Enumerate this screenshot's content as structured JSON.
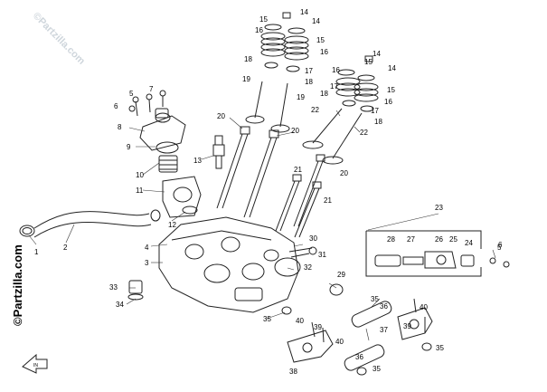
{
  "watermark": {
    "vertical": "©Partzilla.com",
    "diagonal": "©Partzilla.com"
  },
  "callouts": [
    {
      "id": "1"
    },
    {
      "id": "2"
    },
    {
      "id": "3"
    },
    {
      "id": "4"
    },
    {
      "id": "5"
    },
    {
      "id": "6"
    },
    {
      "id": "7"
    },
    {
      "id": "8"
    },
    {
      "id": "9"
    },
    {
      "id": "10"
    },
    {
      "id": "11"
    },
    {
      "id": "12"
    },
    {
      "id": "13"
    },
    {
      "id": "14"
    },
    {
      "id": "15"
    },
    {
      "id": "16"
    },
    {
      "id": "17"
    },
    {
      "id": "18"
    },
    {
      "id": "19"
    },
    {
      "id": "20"
    },
    {
      "id": "21"
    },
    {
      "id": "22"
    },
    {
      "id": "23"
    },
    {
      "id": "24"
    },
    {
      "id": "25"
    },
    {
      "id": "26"
    },
    {
      "id": "27"
    },
    {
      "id": "28"
    },
    {
      "id": "29"
    },
    {
      "id": "30"
    },
    {
      "id": "31"
    },
    {
      "id": "32"
    },
    {
      "id": "33"
    },
    {
      "id": "34"
    },
    {
      "id": "35"
    },
    {
      "id": "36"
    },
    {
      "id": "37"
    },
    {
      "id": "38"
    },
    {
      "id": "39"
    },
    {
      "id": "40"
    }
  ],
  "direction_arrow": {
    "label": "IN"
  }
}
